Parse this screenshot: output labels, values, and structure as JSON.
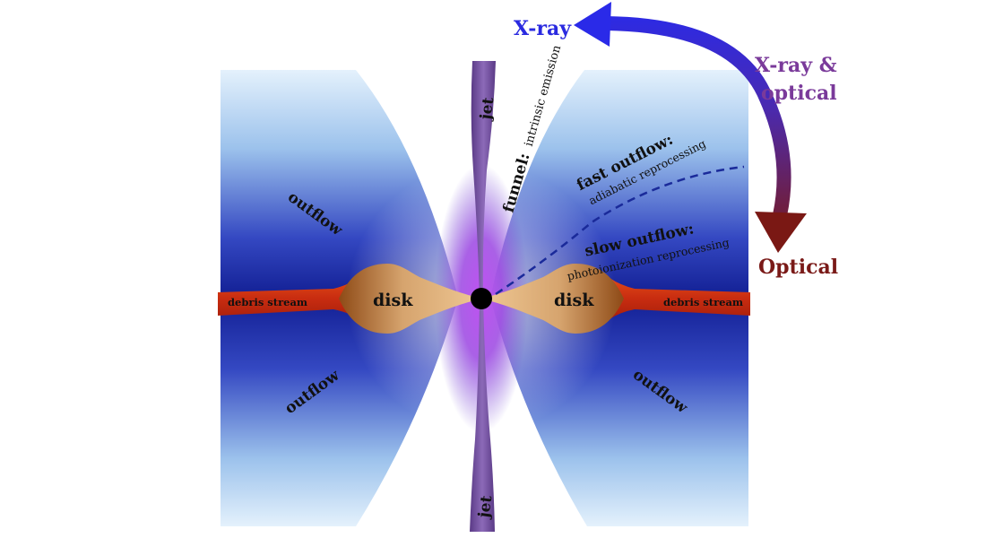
{
  "labels": {
    "xray": "X-ray",
    "xray_optical_line1": "X-ray &",
    "xray_optical_line2": "optical",
    "optical": "Optical",
    "jet_top": "jet",
    "jet_bottom": "jet",
    "funnel_title": "funnel:",
    "funnel_sub": "intrinsic emission",
    "fast_outflow_title": "fast outflow:",
    "fast_outflow_sub": "adiabatic reprocessing",
    "slow_outflow_title": "slow outflow:",
    "slow_outflow_sub": "photoionization reprocessing",
    "outflow_tl": "outflow",
    "outflow_bl": "outflow",
    "outflow_br": "outflow",
    "disk_left": "disk",
    "disk_right": "disk",
    "debris_left": "debris stream",
    "debris_right": "debris stream"
  },
  "colors": {
    "xray": "#2a2ae0",
    "xray_optical": "#7a3a9a",
    "optical": "#7a1a18",
    "outflow_deep": "#1a2aa0",
    "outflow_light": "#dfeefb",
    "jet": "#6a4a96",
    "disk_light": "#e0b482",
    "disk_dark": "#8a4a14",
    "debris": "#d83a14",
    "core_glow": "#b64ae6",
    "black_hole": "#000000"
  }
}
